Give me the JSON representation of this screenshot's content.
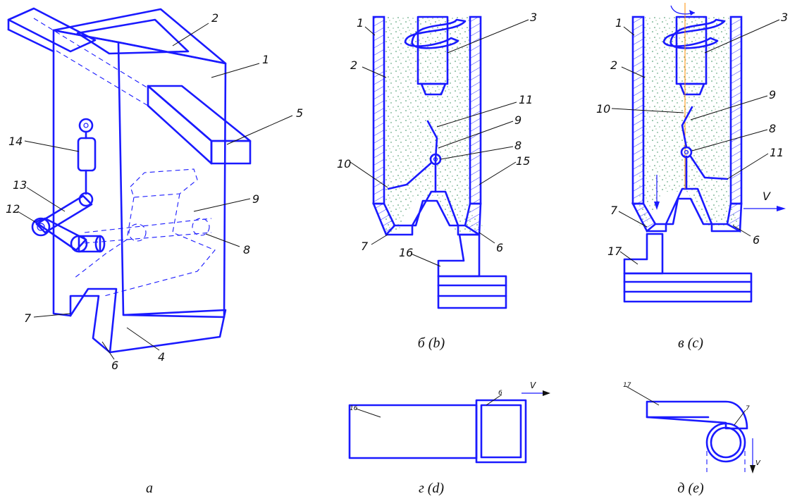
{
  "captions": {
    "a": "a",
    "b": "б (b)",
    "c": "в (c)",
    "d": "г (d)",
    "e": "д (e)"
  },
  "labels": {
    "a": [
      "1",
      "2",
      "5",
      "14",
      "13",
      "12",
      "9",
      "8",
      "7",
      "6",
      "4"
    ],
    "b": [
      "1",
      "2",
      "3",
      "11",
      "9",
      "8",
      "10",
      "15",
      "7",
      "6",
      "16"
    ],
    "c": [
      "1",
      "2",
      "3",
      "10",
      "9",
      "8",
      "11",
      "7",
      "6",
      "17"
    ],
    "d": [
      "16",
      "6"
    ],
    "e": [
      "17",
      "7"
    ]
  },
  "velocity": {
    "c": "V",
    "d": "V",
    "e": "V"
  },
  "colors": {
    "outline": "#1a1aff",
    "particles": "#2e8b57",
    "axis": "#ff8c00",
    "text": "#111111"
  }
}
